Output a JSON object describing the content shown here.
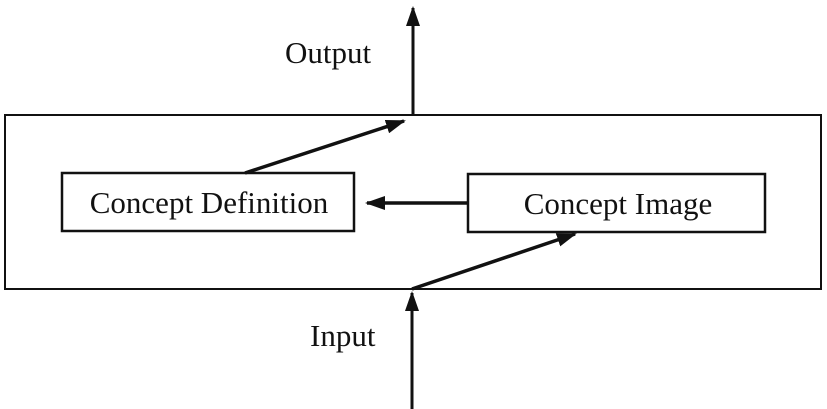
{
  "diagram": {
    "labels": {
      "output": "Output",
      "input": "Input"
    },
    "boxes": [
      {
        "id": "concept-definition",
        "label": "Concept Definition"
      },
      {
        "id": "concept-image",
        "label": "Concept Image"
      }
    ],
    "arrows": [
      {
        "id": "image-to-definition",
        "from": "Concept Image",
        "to": "Concept Definition"
      },
      {
        "id": "definition-to-output",
        "from": "Concept Definition",
        "to": "Output junction"
      },
      {
        "id": "output",
        "from": "outer box top edge",
        "to": "Output"
      },
      {
        "id": "input",
        "from": "Input",
        "to": "outer box bottom edge"
      },
      {
        "id": "input-to-image",
        "from": "Input junction",
        "to": "Concept Image"
      }
    ],
    "colors": {
      "ink": "#111111",
      "background": "#ffffff"
    }
  }
}
